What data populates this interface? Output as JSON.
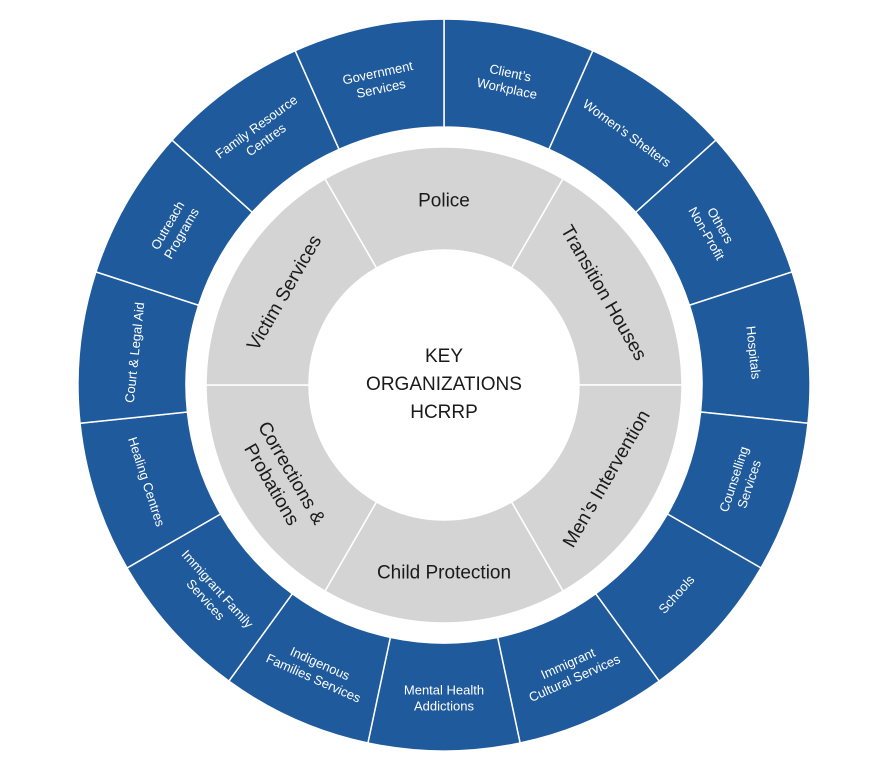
{
  "center": {
    "lines": [
      "KEY",
      "ORGANIZATIONS",
      "HCRRP"
    ]
  },
  "inner_ring": [
    {
      "label": "Police"
    },
    {
      "label": "Transition Houses"
    },
    {
      "label": "Men’s Intervention"
    },
    {
      "label": "Child Protection"
    },
    {
      "label": "Corrections &\nProbations"
    },
    {
      "label": "Victim Services"
    }
  ],
  "outer_ring": [
    {
      "label": "Client’s\nWorkplace"
    },
    {
      "label": "Women’s Shelters"
    },
    {
      "label": "Others\nNon-Profit"
    },
    {
      "label": "Hospitals"
    },
    {
      "label": "Counselling\nServices"
    },
    {
      "label": "Schools"
    },
    {
      "label": "Immigrant\nCultural Services"
    },
    {
      "label": "Mental Health\nAddictions"
    },
    {
      "label": "Indigenous\nFamilies Services"
    },
    {
      "label": "Immigrant Family\nServices"
    },
    {
      "label": "Healing Centres"
    },
    {
      "label": "Court & Legal Aid"
    },
    {
      "label": "Outreach\nPrograms"
    },
    {
      "label": "Family Resource\nCentres"
    },
    {
      "label": "Government\nServices"
    }
  ],
  "colors": {
    "outer_fill": "#1f5a9c",
    "inner_fill": "#d4d4d5",
    "background": "#ffffff",
    "text_dark": "#1a1a1a",
    "text_light": "#ffffff"
  }
}
